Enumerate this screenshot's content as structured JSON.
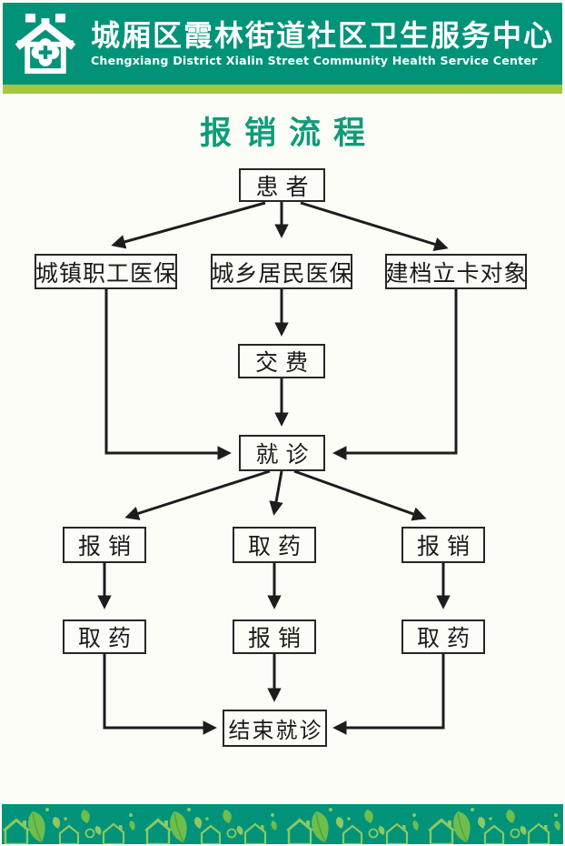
{
  "header": {
    "org_name_cn": "城厢区霞林街道社区卫生服务中心",
    "org_name_en": "Chengxiang District Xialin Street Community Health Service Center",
    "logo_icon": "house-medical-cross-logo",
    "band_color": "#009379",
    "stripe_color": "#a4c73e"
  },
  "page_title": "报销流程",
  "flow": {
    "nodes": {
      "patient": "患者",
      "urban_employee_insurance": "城镇职工医保",
      "urban_rural_resident_insurance": "城乡居民医保",
      "registered_poverty_target": "建档立卡对象",
      "pay_fee": "交费",
      "see_doctor": "就诊",
      "reimburse_left": "报销",
      "get_medicine_center": "取药",
      "reimburse_right": "报销",
      "get_medicine_left": "取药",
      "reimburse_center": "报销",
      "get_medicine_right": "取药",
      "end_visit": "结束就诊"
    },
    "line_color": "#1d1d1d"
  },
  "footer": {
    "deco_icons": "leaf-and-house-doodles",
    "band_color": "#009379",
    "deco_color": "#8cc863"
  }
}
